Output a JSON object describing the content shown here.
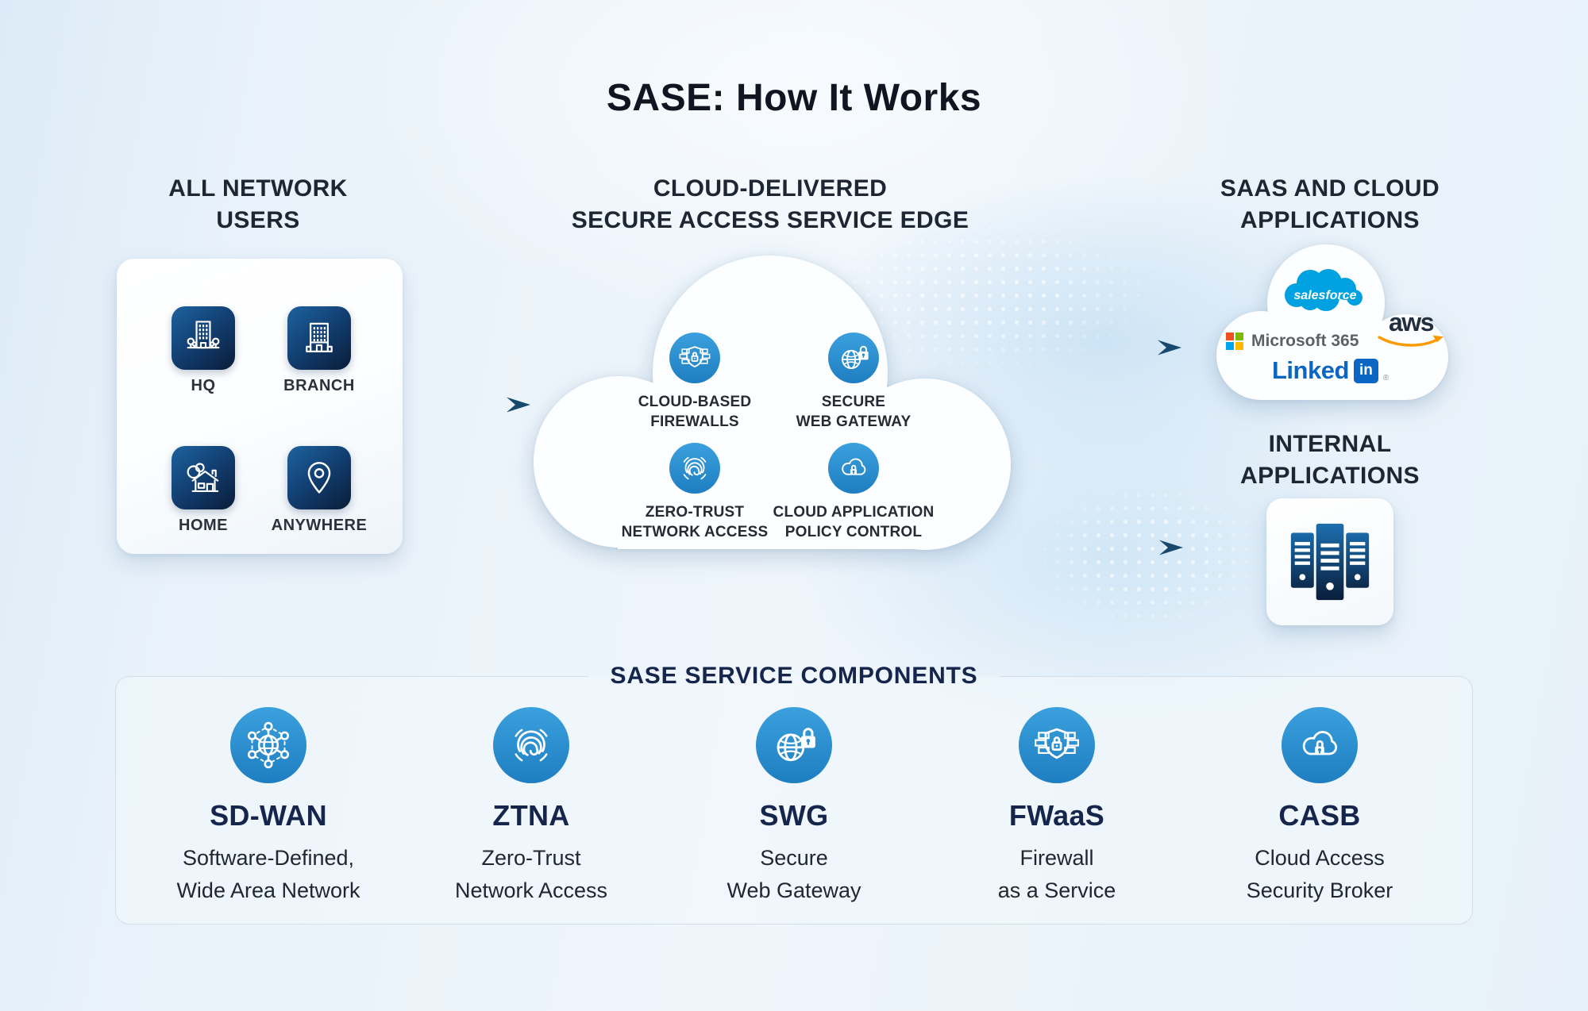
{
  "title": "SASE: How It Works",
  "users": {
    "heading": [
      "ALL NETWORK",
      "USERS"
    ],
    "items": [
      {
        "label": "HQ",
        "icon": "hq-building-icon"
      },
      {
        "label": "BRANCH",
        "icon": "branch-building-icon"
      },
      {
        "label": "HOME",
        "icon": "home-icon"
      },
      {
        "label": "ANYWHERE",
        "icon": "location-pin-icon"
      }
    ]
  },
  "sase": {
    "heading": [
      "CLOUD-DELIVERED",
      "SECURE ACCESS SERVICE EDGE"
    ],
    "services": [
      {
        "line1": "CLOUD-BASED",
        "line2": "FIREWALLS",
        "icon": "firewall-shield-icon"
      },
      {
        "line1": "SECURE",
        "line2": "WEB GATEWAY",
        "icon": "globe-lock-icon"
      },
      {
        "line1": "ZERO-TRUST",
        "line2": "NETWORK ACCESS",
        "icon": "fingerprint-icon"
      },
      {
        "line1": "CLOUD APPLICATION",
        "line2": "POLICY CONTROL",
        "icon": "cloud-lock-icon"
      }
    ]
  },
  "saas": {
    "heading": [
      "SAAS AND CLOUD",
      "APPLICATIONS"
    ],
    "logos": {
      "salesforce": "salesforce",
      "microsoft": "Microsoft 365",
      "aws": "aws",
      "linkedin_word": "Linked",
      "linkedin_badge": "in",
      "linkedin_mark": "®"
    }
  },
  "internal": {
    "heading": [
      "INTERNAL",
      "APPLICATIONS"
    ],
    "icon": "server-rack-icon"
  },
  "components": {
    "heading": "SASE SERVICE COMPONENTS",
    "items": [
      {
        "acronym": "SD-WAN",
        "desc1": "Software-Defined,",
        "desc2": "Wide Area Network",
        "icon": "mesh-network-icon"
      },
      {
        "acronym": "ZTNA",
        "desc1": "Zero-Trust",
        "desc2": "Network Access",
        "icon": "fingerprint-icon"
      },
      {
        "acronym": "SWG",
        "desc1": "Secure",
        "desc2": "Web Gateway",
        "icon": "globe-lock-icon"
      },
      {
        "acronym": "FWaaS",
        "desc1": "Firewall",
        "desc2": "as a Service",
        "icon": "firewall-shield-icon"
      },
      {
        "acronym": "CASB",
        "desc1": "Cloud Access",
        "desc2": "Security Broker",
        "icon": "cloud-lock-icon"
      }
    ]
  },
  "colors": {
    "accent_blue": "#2a8dcf",
    "navy": "#15254c",
    "tile_gradient_dark": "#0a1c38",
    "tile_gradient_light": "#1d639f",
    "arrow": "#17486d",
    "salesforce_blue": "#00a1e0",
    "linkedin_blue": "#0a66c2",
    "aws_orange": "#ff9900",
    "ms_red": "#f25022",
    "ms_green": "#7fba00",
    "ms_blue": "#00a4ef",
    "ms_yellow": "#ffb900"
  }
}
